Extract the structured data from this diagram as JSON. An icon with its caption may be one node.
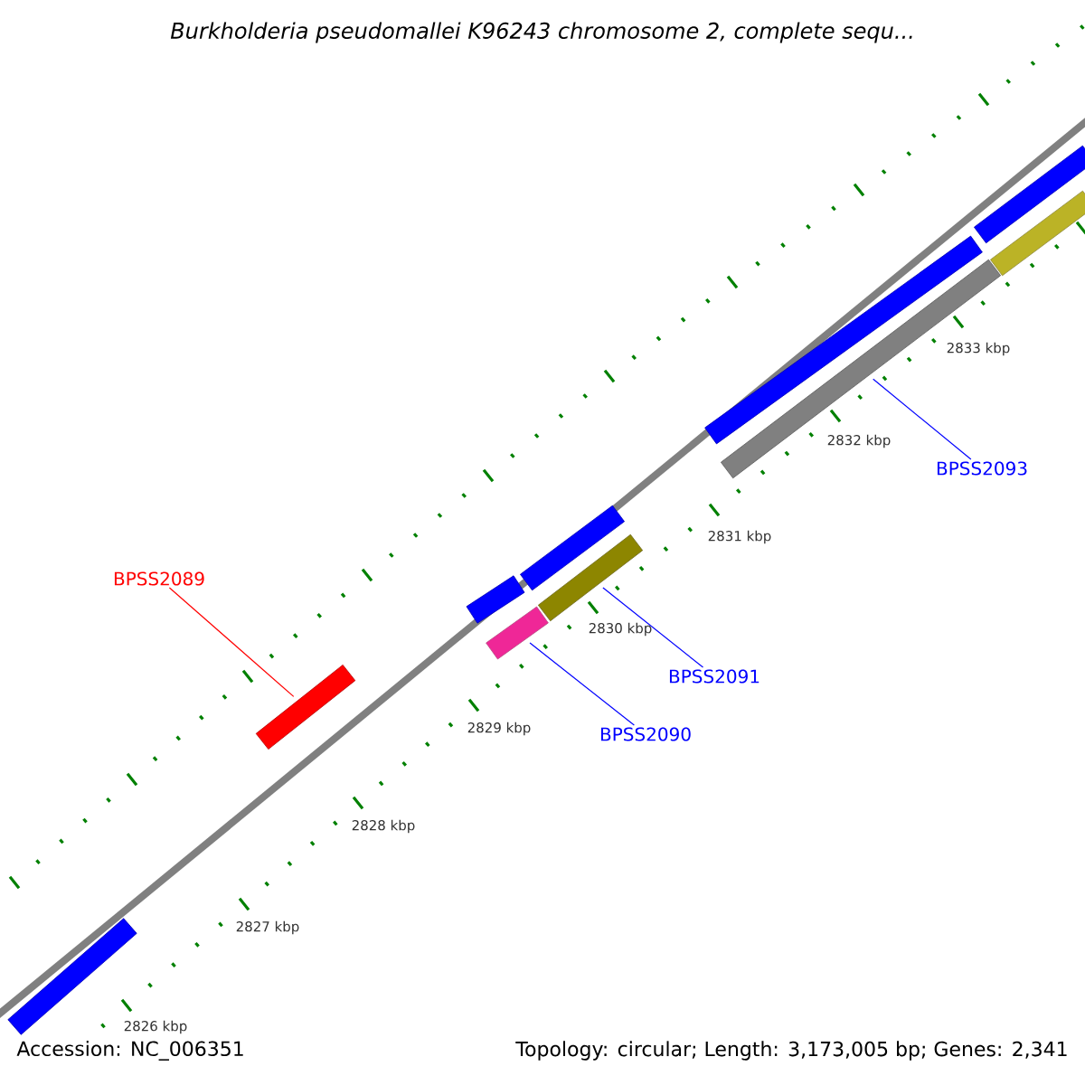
{
  "diagram": {
    "nodes": [
      {
        "text": [
          "BPSS2089"
        ]
      },
      {
        "text": [
          "BPSS2090"
        ]
      },
      {
        "text": [
          "BPSS2091"
        ]
      },
      {
        "text": [
          "BPSS2093"
        ]
      },
      {
        "text": [],
        "shape": "bar"
      },
      {
        "text": [],
        "shape": "bar"
      },
      {
        "text": [],
        "shape": "bar"
      },
      {
        "text": [],
        "shape": "bar"
      }
    ],
    "edges": [
      {
        "from": 0,
        "to": 4,
        "arrow": "none",
        "color": "#ff0000"
      },
      {
        "from": 1,
        "to": 5,
        "arrow": "none"
      },
      {
        "from": 2,
        "to": 6,
        "arrow": "none"
      },
      {
        "from": 3,
        "to": 7,
        "arrow": "none"
      }
    ],
    "labels": [
      "Burkholderia pseudomallei K96243 chromosome 2, complete sequ...",
      "2833 kbp",
      "2832 kbp",
      "2831 kbp",
      "2830 kbp",
      "2829 kbp",
      "2828 kbp",
      "2827 kbp",
      "2826 kbp",
      "Accession: NC_006351",
      "Topology: circular; Length: 3,173,005 bp; Genes: 2,341"
    ]
  }
}
